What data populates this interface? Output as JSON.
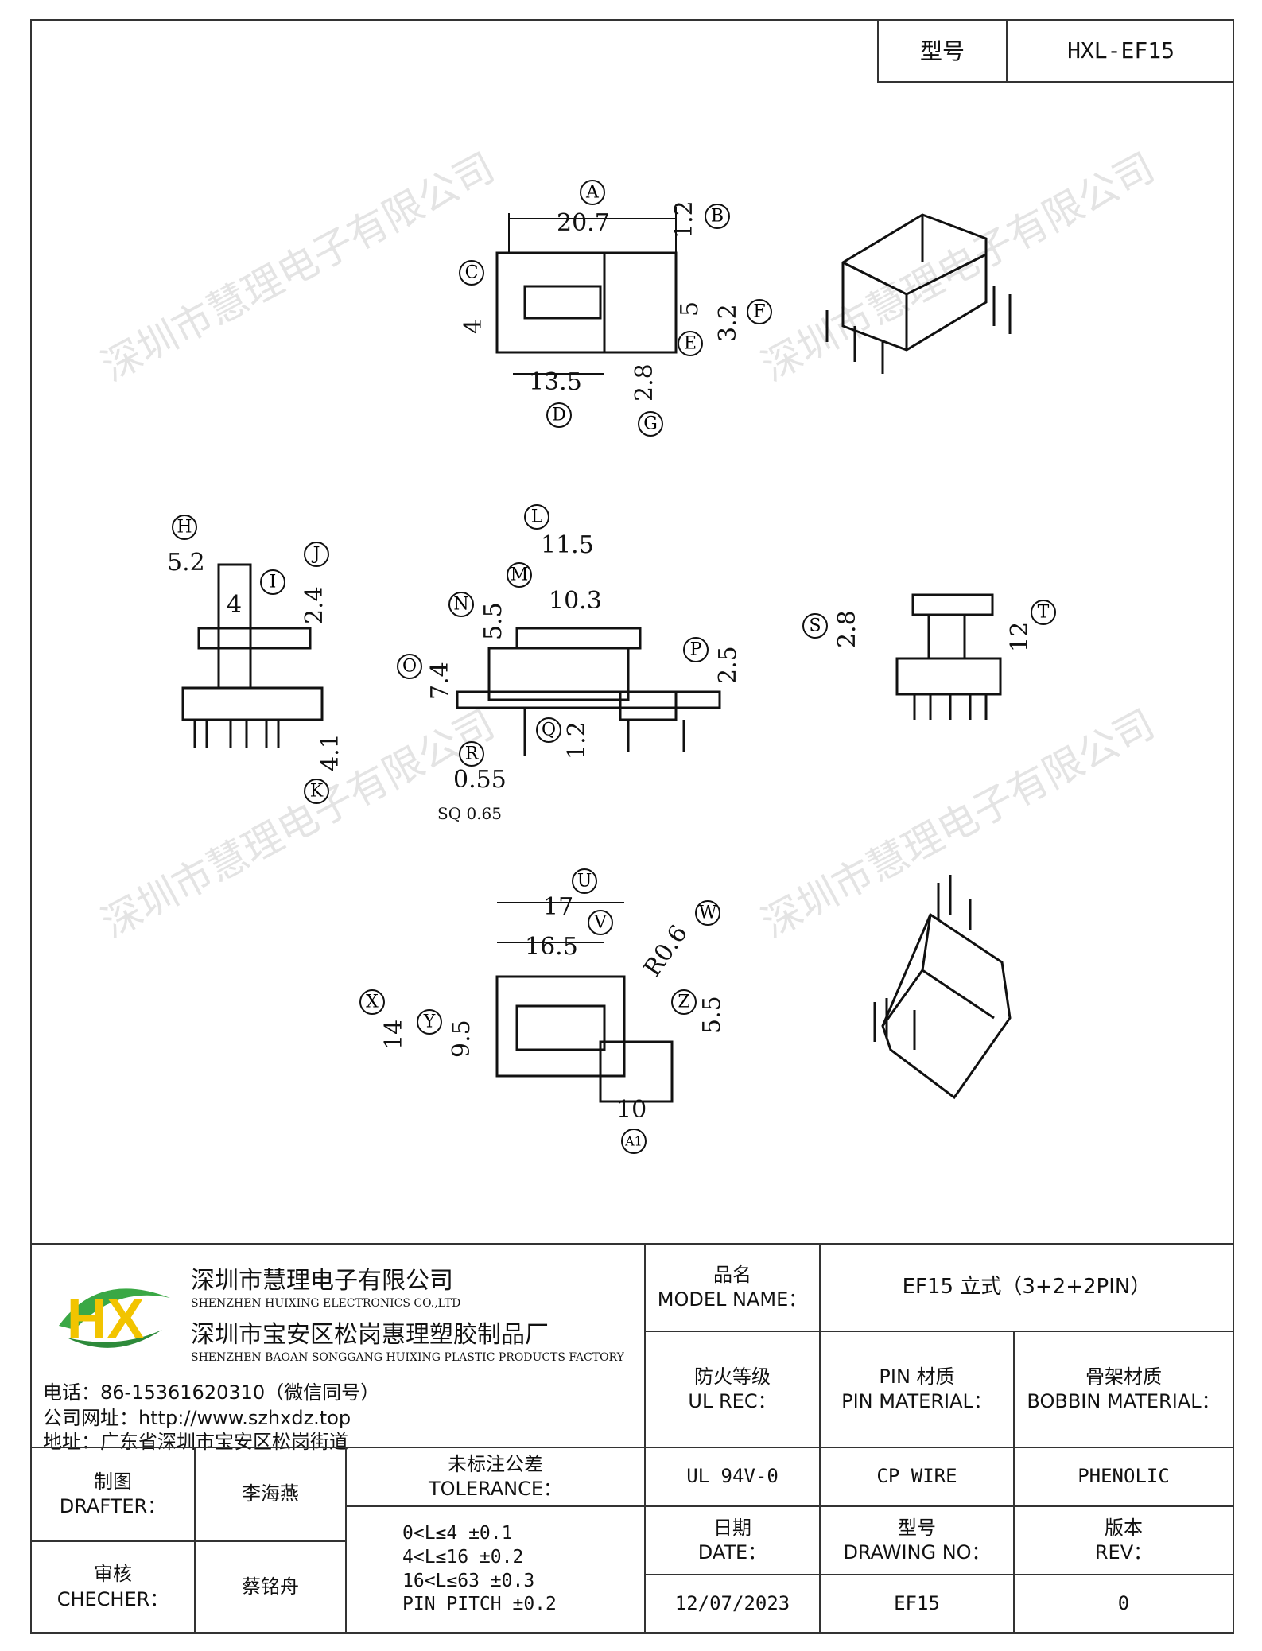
{
  "header": {
    "model_key": "型号",
    "model_value": "HXL-EF15"
  },
  "drawing": {
    "dims": {
      "A": "20.7",
      "B": "1.2",
      "C": "4",
      "D": "13.5",
      "E": "5",
      "F": "3.2",
      "G": "2.8",
      "H": "5.2",
      "I": "4",
      "J": "2.4",
      "K": "4.1",
      "L": "11.5",
      "M": "10.3",
      "N": "5.5",
      "O": "7.4",
      "P": "2.5",
      "Q": "1.2",
      "R": "0.55",
      "R_note": "SQ 0.65",
      "S": "2.8",
      "T": "12",
      "U": "17",
      "V": "16.5",
      "W": "R0.6",
      "X": "14",
      "Y": "9.5",
      "Z": "5.5",
      "A1": "10"
    },
    "watermark": "深圳市慧理电子有限公司"
  },
  "company": {
    "logo_text": "HX",
    "name_cn": "深圳市慧理电子有限公司",
    "name_en": "SHENZHEN HUIXING ELECTRONICS CO.,LTD",
    "factory_cn": "深圳市宝安区松岗惠理塑胶制品厂",
    "factory_en": "SHENZHEN BAOAN SONGGANG HUIXING PLASTIC PRODUCTS FACTORY",
    "phone": "电话：86-15361620310（微信同号）",
    "website": "公司网址：http://www.szhxdz.top",
    "address": "地址：广东省深圳市宝安区松岗街道"
  },
  "title_block": {
    "model_name_cn": "品名",
    "model_name_en": "MODEL NAME：",
    "model_name_value": "EF15 立式（3+2+2PIN）",
    "ul_cn": "防火等级",
    "ul_en": "UL REC：",
    "pin_cn": "PIN 材质",
    "pin_en": "PIN MATERIAL：",
    "bobbin_cn": "骨架材质",
    "bobbin_en": "BOBBIN MATERIAL：",
    "ul_value": "UL 94V-0",
    "pin_value": "CP WIRE",
    "bobbin_value": "PHENOLIC",
    "drafter_cn": "制图",
    "drafter_en": "DRAFTER：",
    "drafter_name": "李海燕",
    "checker_cn": "审核",
    "checker_en": "CHECHER：",
    "checker_name": "蔡铭舟",
    "tolerance_cn": "未标注公差",
    "tolerance_en": "TOLERANCE：",
    "tolerance_lines": [
      "0<L≤4  ±0.1",
      "4<L≤16 ±0.2",
      "16<L≤63 ±0.3",
      "PIN PITCH ±0.2"
    ],
    "date_cn": "日期",
    "date_en": "DATE：",
    "date_value": "12/07/2023",
    "drawing_no_cn": "型号",
    "drawing_no_en": "DRAWING NO：",
    "drawing_no_value": "EF15",
    "rev_cn": "版本",
    "rev_en": "REV：",
    "rev_value": "0"
  }
}
